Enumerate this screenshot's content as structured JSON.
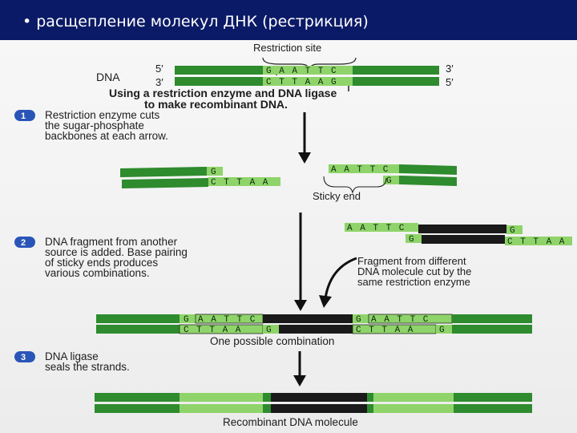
{
  "slide": {
    "title": "• расщепление молекул ДНК (рестрикция)"
  },
  "colors": {
    "title_bg": "#0b1a66",
    "dna_green": "#2e8b2e",
    "dna_light": "#8fd46a",
    "foreign_dna": "#1a1a1a",
    "badge_blue": "#2a55b8"
  },
  "top": {
    "restriction_site_label": "Restriction site",
    "dna_label": "DNA",
    "five_prime_top": "5′",
    "three_prime_top": "3′",
    "three_prime_bottom": "3′",
    "five_prime_bottom": "5′",
    "seq_top": "G A A T T C",
    "seq_bottom": "C T T A A G",
    "heading_line1": "Using a restriction enzyme and DNA ligase",
    "heading_line2": "to make recombinant DNA."
  },
  "steps": [
    {
      "number": "1",
      "lines": [
        "Restriction enzyme cuts",
        "the sugar-phosphate",
        "backbones at each arrow."
      ]
    },
    {
      "number": "2",
      "lines": [
        "DNA fragment from another",
        "source is added. Base pairing",
        "of sticky ends produces",
        "various combinations."
      ]
    },
    {
      "number": "3",
      "lines": [
        "DNA ligase",
        "seals the strands."
      ]
    }
  ],
  "cut": {
    "left_top_base": "G",
    "left_bottom_seq": "C T T A A",
    "right_top_seq": "A A T T C",
    "right_bottom_base": "G",
    "sticky_end_label": "Sticky end"
  },
  "fragment": {
    "top_left_seq": "A A T T C",
    "bottom_left_base": "G",
    "top_right_base": "G",
    "bottom_right_seq": "C T T A A",
    "label_lines": [
      "Fragment from different",
      "DNA molecule cut by the",
      "same restriction enzyme"
    ]
  },
  "combination": {
    "top_row": [
      "G",
      "A A T T   C",
      "G",
      "A A T T   C"
    ],
    "bottom_row": [
      "C   T T A A",
      "G",
      "C   T T A A",
      "G"
    ],
    "label": "One possible combination"
  },
  "recombinant": {
    "label": "Recombinant DNA molecule"
  }
}
